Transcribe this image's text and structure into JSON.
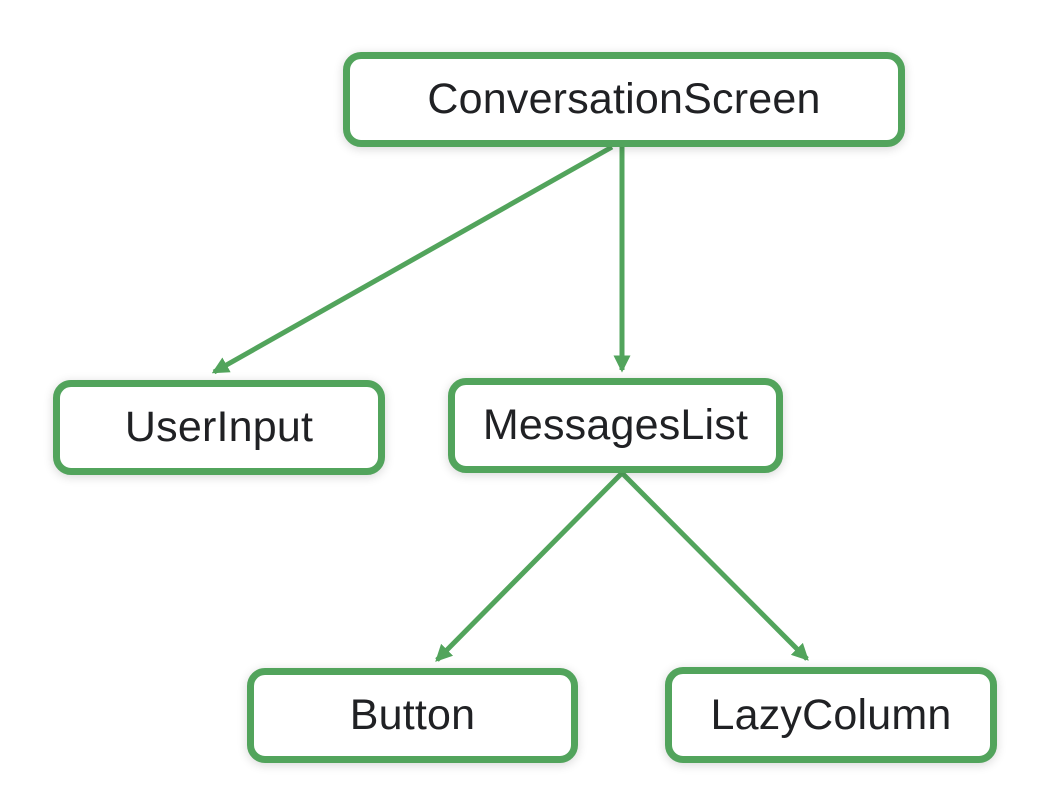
{
  "diagram": {
    "kind": "component-tree",
    "colors": {
      "green": "#52a45c",
      "text": "#202124",
      "background": "#ffffff"
    },
    "nodes": {
      "conversation_screen": {
        "label": "ConversationScreen"
      },
      "user_input": {
        "label": "UserInput"
      },
      "messages_list": {
        "label": "MessagesList"
      },
      "button": {
        "label": "Button"
      },
      "lazy_column": {
        "label": "LazyColumn"
      }
    },
    "edges": [
      {
        "from": "ConversationScreen",
        "to": "UserInput"
      },
      {
        "from": "ConversationScreen",
        "to": "MessagesList"
      },
      {
        "from": "MessagesList",
        "to": "Button"
      },
      {
        "from": "MessagesList",
        "to": "LazyColumn"
      }
    ]
  }
}
